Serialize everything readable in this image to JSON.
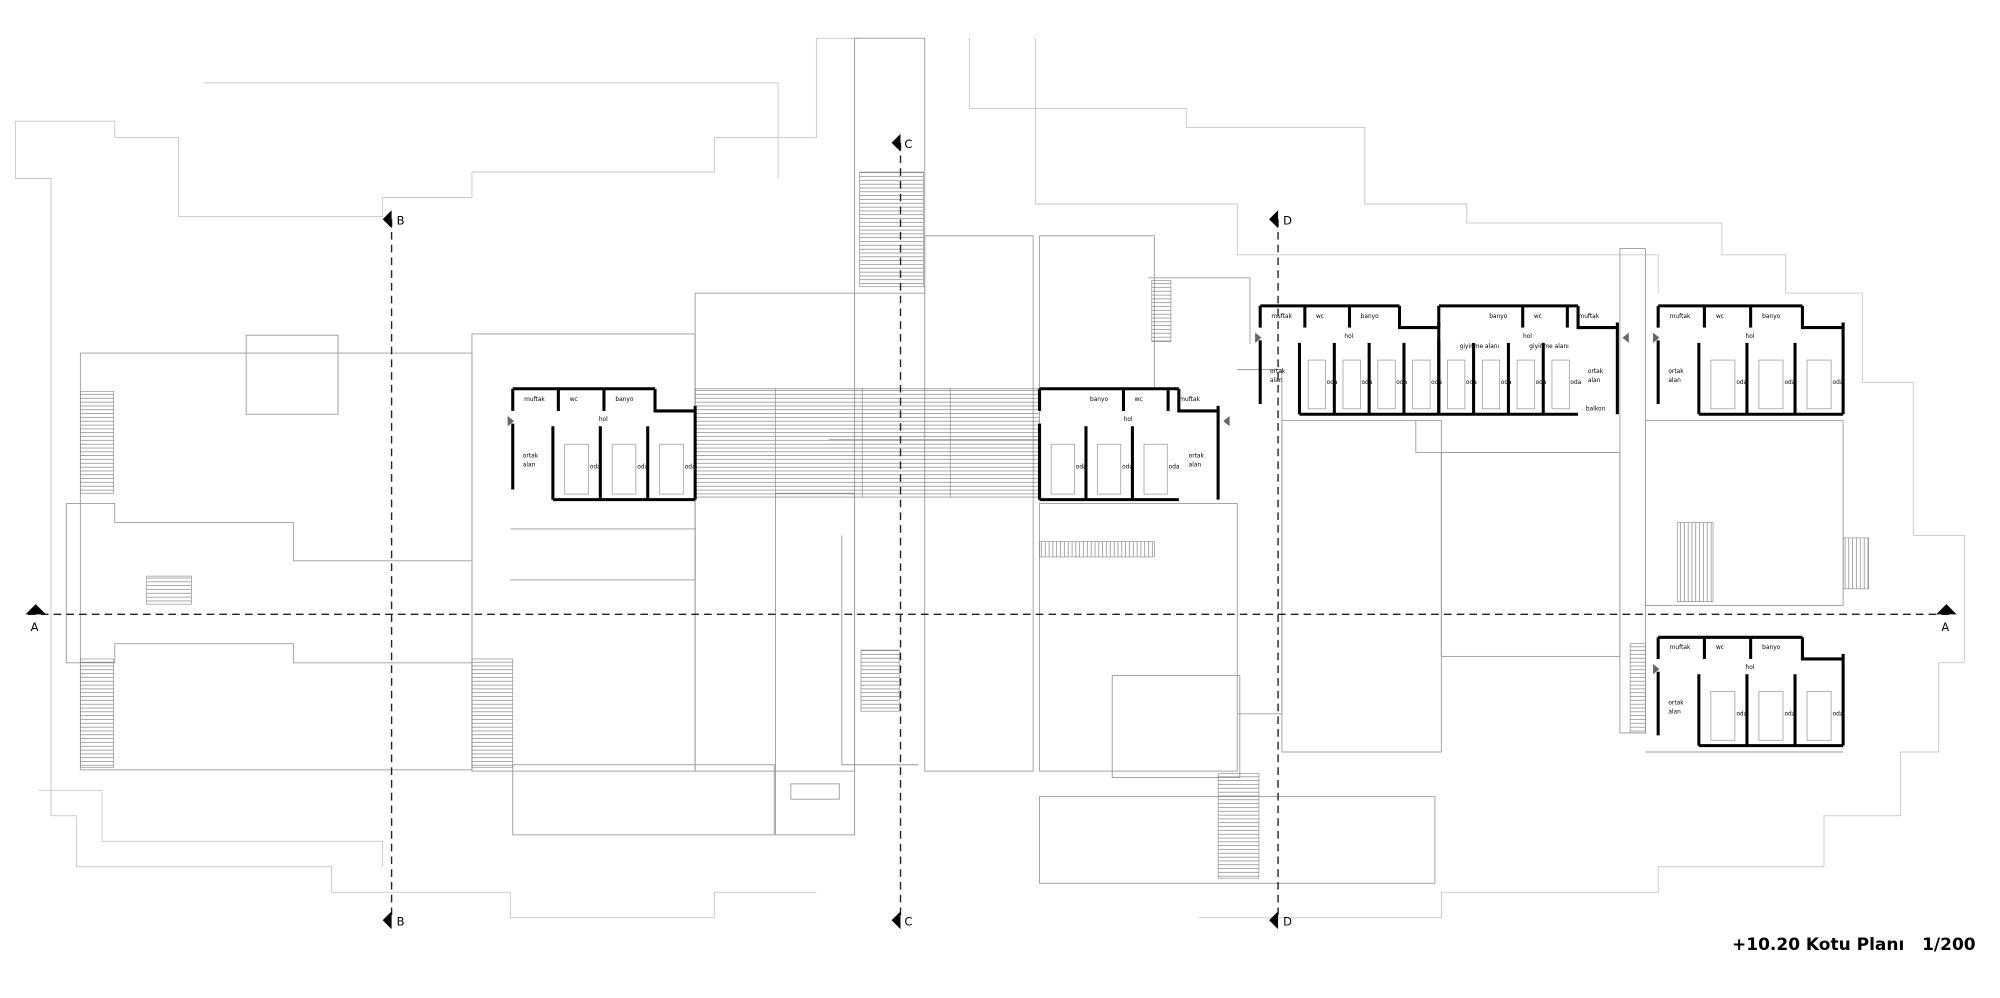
{
  "title": {
    "level": "+10.20 Kotu Planı",
    "scale": "1/200"
  },
  "section_markers": {
    "A": {
      "label": "A"
    },
    "B": {
      "label": "B"
    },
    "C": {
      "label": "C"
    },
    "D": {
      "label": "D"
    }
  },
  "units": [
    {
      "id": "unit-1",
      "service": [
        "muftak",
        "wc",
        "banyo"
      ],
      "hall": "hol",
      "common": [
        "ortak",
        "alan"
      ],
      "rooms": [
        "oda",
        "oda",
        "oda"
      ],
      "extra": []
    },
    {
      "id": "unit-2",
      "service": [
        "banyo",
        "wc",
        "muftak"
      ],
      "hall": "hol",
      "common": [
        "ortak",
        "alan"
      ],
      "rooms": [
        "oda",
        "oda",
        "oda"
      ],
      "extra": []
    },
    {
      "id": "unit-3a",
      "service": [
        "muftak",
        "wc",
        "banyo"
      ],
      "hall": "hol",
      "common": [
        "ortak",
        "alan"
      ],
      "rooms": [
        "oda",
        "oda",
        "oda",
        "oda"
      ],
      "extra": []
    },
    {
      "id": "unit-3b",
      "service": [
        "banyo",
        "wc",
        "muftak"
      ],
      "hall": "hol",
      "common": [
        "ortak",
        "alan"
      ],
      "rooms": [
        "oda",
        "oda",
        "oda",
        "oda"
      ],
      "extra": [
        "giyinme alanı",
        "giyinme alanı",
        "balkon"
      ]
    },
    {
      "id": "unit-4",
      "service": [
        "muftak",
        "wc",
        "banyo"
      ],
      "hall": "hol",
      "common": [
        "ortak",
        "alan"
      ],
      "rooms": [
        "oda",
        "oda",
        "oda"
      ],
      "extra": []
    },
    {
      "id": "unit-5",
      "service": [
        "muftak",
        "wc",
        "banyo"
      ],
      "hall": "hol",
      "common": [
        "ortak",
        "alan"
      ],
      "rooms": [
        "oda",
        "oda",
        "oda"
      ],
      "extra": []
    }
  ]
}
